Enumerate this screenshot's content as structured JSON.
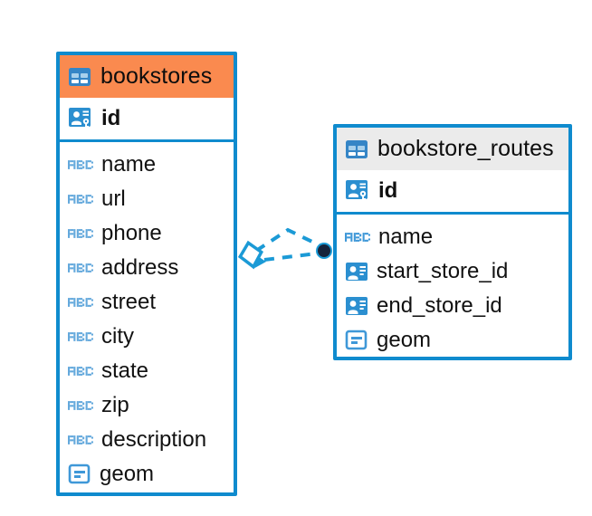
{
  "diagram": {
    "type": "entity-relationship-diagram",
    "background": "#ffffff",
    "accent_border": "#0f8bce",
    "highlight_header": "#fa8a4f",
    "normal_header": "#ebebeb",
    "icon_blue": "#3585c6",
    "icon_light_blue": "#64a9dc",
    "connector_color": "#1b9ad6",
    "connector_endpoint": "#16243c"
  },
  "entities": [
    {
      "name": "bookstores",
      "header_style": "accent-orange",
      "icon": "table-icon",
      "primary_keys": [
        {
          "label": "id",
          "icon": "primary-key-icon"
        }
      ],
      "fields": [
        {
          "label": "name",
          "icon": "text-field-icon"
        },
        {
          "label": "url",
          "icon": "text-field-icon"
        },
        {
          "label": "phone",
          "icon": "text-field-icon"
        },
        {
          "label": "address",
          "icon": "text-field-icon"
        },
        {
          "label": "street",
          "icon": "text-field-icon"
        },
        {
          "label": "city",
          "icon": "text-field-icon"
        },
        {
          "label": "state",
          "icon": "text-field-icon"
        },
        {
          "label": "zip",
          "icon": "text-field-icon"
        },
        {
          "label": "description",
          "icon": "text-field-icon"
        },
        {
          "label": "geom",
          "icon": "geometry-field-icon"
        }
      ]
    },
    {
      "name": "bookstore_routes",
      "header_style": "accent-gray",
      "icon": "table-icon",
      "primary_keys": [
        {
          "label": "id",
          "icon": "primary-key-icon"
        }
      ],
      "fields": [
        {
          "label": "name",
          "icon": "text-field-icon"
        },
        {
          "label": "start_store_id",
          "icon": "foreign-key-icon"
        },
        {
          "label": "end_store_id",
          "icon": "foreign-key-icon"
        },
        {
          "label": "geom",
          "icon": "geometry-field-icon"
        }
      ]
    }
  ],
  "relationship": {
    "from_entity": "bookstores",
    "to_entity": "bookstore_routes",
    "from_marker": "diamond-marker",
    "to_marker": "filled-circle-marker",
    "line_style": "dashed"
  }
}
